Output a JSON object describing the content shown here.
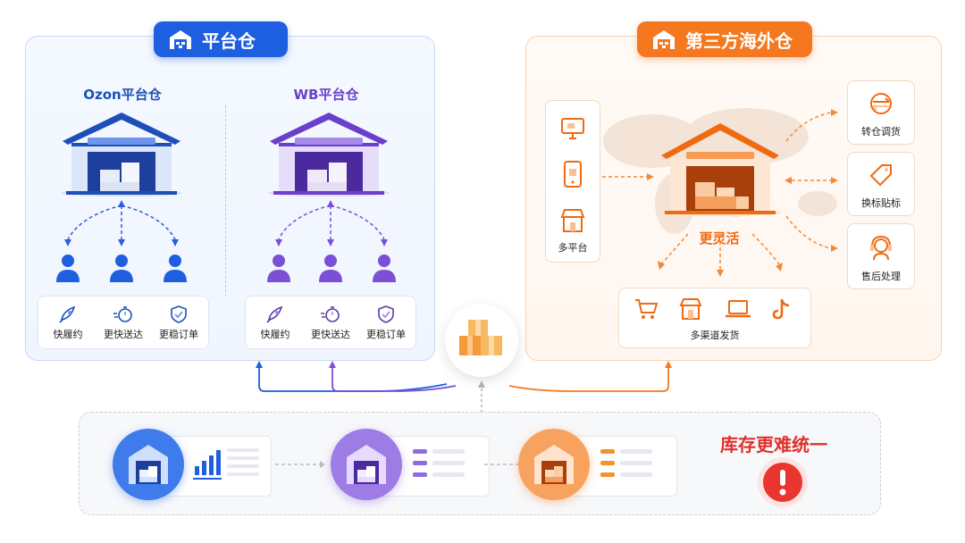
{
  "platform": {
    "badge": "平台仓",
    "ozon_title": "Ozon平台仓",
    "wb_title": "WB平台仓",
    "features": [
      "快履约",
      "更快送达",
      "更稳订单"
    ]
  },
  "overseas": {
    "badge": "第三方海外仓",
    "left_card_label": "多平台",
    "center_label": "更灵活",
    "right_cards": [
      "转仓调货",
      "换标贴标",
      "售后处理"
    ],
    "channel_label": "多渠道发货"
  },
  "bottom": {
    "warning": "库存更难统一"
  },
  "colors": {
    "blue": "#1e5fe0",
    "purple": "#7b4fd6",
    "orange": "#f5771f",
    "red": "#e0302a"
  }
}
